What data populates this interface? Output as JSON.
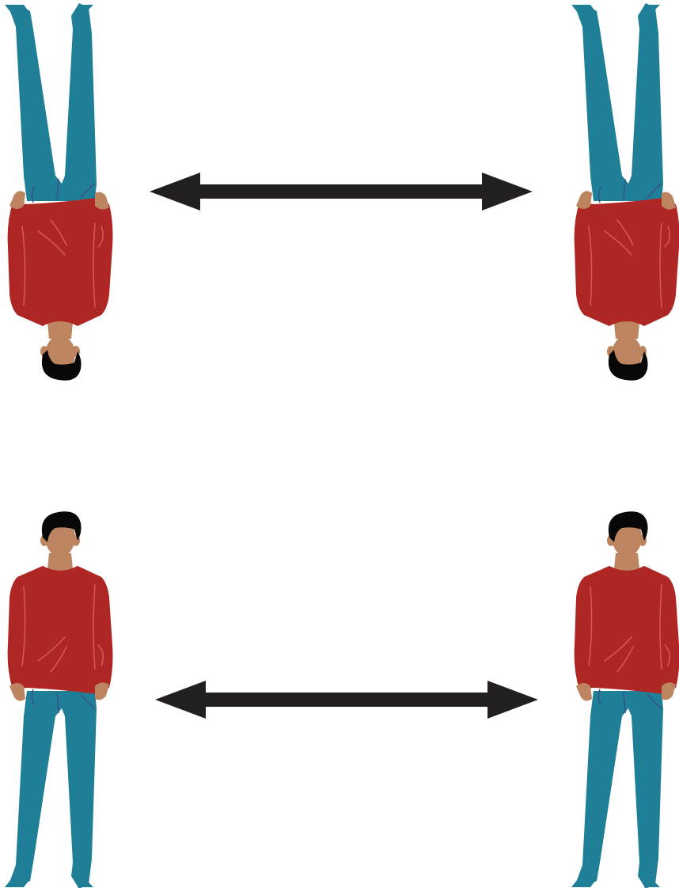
{
  "figures": [
    {
      "id": "top-left",
      "orientation": "upside-down"
    },
    {
      "id": "top-right",
      "orientation": "upside-down"
    },
    {
      "id": "bottom-left",
      "orientation": "upright"
    },
    {
      "id": "bottom-right",
      "orientation": "upright"
    }
  ],
  "arrows": [
    {
      "id": "top",
      "type": "double-headed"
    },
    {
      "id": "bottom",
      "type": "double-headed"
    }
  ],
  "colors": {
    "background": "#ffffff",
    "sweater": "#ae2724",
    "sweater_crease": "#d65a55",
    "pants": "#1f7f96",
    "pants_shadow": "#16677b",
    "pants_seam": "#3b4f8a",
    "skin": "#bd8460",
    "skin_shadow": "#a96e4c",
    "hair": "#080808",
    "arrow": "#231f20"
  }
}
